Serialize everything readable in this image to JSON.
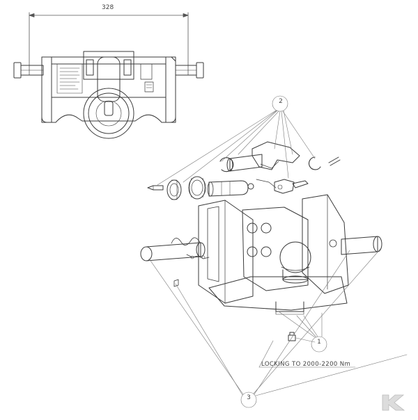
{
  "dimension": {
    "width_label": "328"
  },
  "annotation": {
    "torque_note": "LOCKING TO 2000-2200 Nm"
  },
  "callouts": [
    {
      "id": "callout-1",
      "label": "1"
    },
    {
      "id": "callout-2",
      "label": "2"
    },
    {
      "id": "callout-3",
      "label": "3"
    }
  ],
  "logo": {
    "name": "brand-k-logo"
  },
  "colors": {
    "line": "#3a3a3a",
    "leader": "#777777",
    "logo_fill": "#dcdcdc"
  }
}
